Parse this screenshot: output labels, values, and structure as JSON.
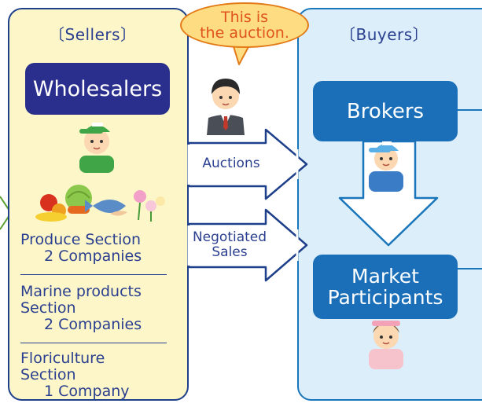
{
  "bubble": {
    "text": "This is\nthe auction."
  },
  "sellers": {
    "header": "〔Sellers〕",
    "box": "Wholesalers",
    "sections": [
      {
        "line1": "Produce Section",
        "line2": "2 Companies"
      },
      {
        "line1": "Marine products",
        "line2": "Section",
        "line3": "2 Companies"
      },
      {
        "line1": "Floriculture",
        "line2": "Section",
        "line3": "1 Company"
      }
    ]
  },
  "buyers": {
    "header": "〔Buyers〕",
    "brokers": "Brokers",
    "participants": "Market\nParticipants"
  },
  "arrows": {
    "auctions": "Auctions",
    "negotiated": "Negotiated\nSales"
  },
  "colors": {
    "seller_panel": "#fcf6c8",
    "buyer_panel": "#dbeefa",
    "wholesaler_box": "#2a2e8c",
    "buyer_box": "#1a6fb8",
    "arrow_fill": "#ffffff",
    "arrow_stroke": "#1e3f8a"
  }
}
